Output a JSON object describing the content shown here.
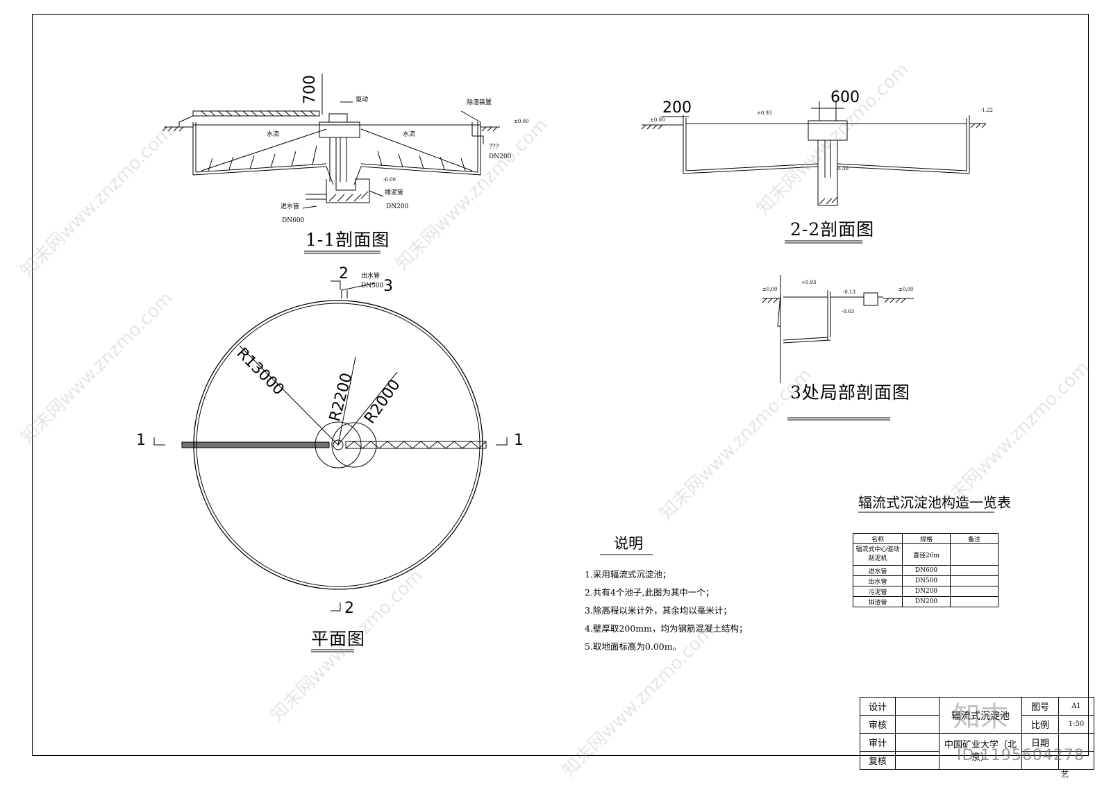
{
  "views": {
    "section_1_1": {
      "title": "1-1剖面图",
      "dim_700": "700",
      "drive": "驱动",
      "scum_device": "除渣装置",
      "water_flow_left": "水流",
      "water_flow_right": "水流",
      "level_0": "±0.00",
      "unknown": "???",
      "dn200_a": "DN200",
      "level_minus_6": "-6.00",
      "sludge_pipe": "排泥管",
      "dn200_b": "DN200",
      "inlet_pipe": "进水管",
      "dn600": "DN600"
    },
    "section_2_2": {
      "title": "2-2剖面图",
      "dim_200": "200",
      "dim_600": "600",
      "level_0": "±0.00",
      "level_093": "+0.93",
      "level_minus_122": "-1.22",
      "level_minus_530": "-5.30"
    },
    "detail_3": {
      "title": "3处局部剖面图",
      "level_0_left": "±0.00",
      "level_093": "+0.93",
      "level_minus_013": "-0.13",
      "level_minus_063": "-0.63",
      "level_0_right": "±0.00"
    },
    "plan": {
      "title": "平面图",
      "r13000": "R13000",
      "r2200": "R2200",
      "r2000": "R2000",
      "cut_left": "1",
      "cut_right": "1",
      "cut_top": "2",
      "cut_bottom": "2",
      "outlet_pipe": "出水管",
      "dn500": "DN500",
      "detail_mark": "3"
    }
  },
  "notes": {
    "heading": "说明",
    "items": [
      "1.采用辐流式沉淀池；",
      "2.共有4个池子,此图为其中一个；",
      "3.除高程以米计外，其余均以毫米计；",
      "4.壁厚取200mm，均为钢筋混凝土结构；",
      "5.取地面标高为0.00m。"
    ]
  },
  "spec_table": {
    "title": "辐流式沉淀池构造一览表",
    "headers": [
      "名称",
      "规格",
      "备注"
    ],
    "rows": [
      [
        "辐流式中心驱动刮泥机",
        "直径26m",
        ""
      ],
      [
        "进水管",
        "DN600",
        ""
      ],
      [
        "出水管",
        "DN500",
        ""
      ],
      [
        "污泥管",
        "DN200",
        ""
      ],
      [
        "排渣管",
        "DN200",
        ""
      ]
    ]
  },
  "title_block": {
    "design": "设计",
    "review": "审核",
    "audit": "审计",
    "recheck": "复核",
    "drawing_name": "辐流式沉淀池",
    "sheet_label": "图号",
    "sheet_value": "A1",
    "scale_label": "比例",
    "scale_value": "1:50",
    "org": "中国矿业大学（北京）",
    "date_label": "日期",
    "date_value": "",
    "tail": "艺"
  },
  "watermark": {
    "text": "知末网www.znzmo.com",
    "brand": "知末",
    "image_id": "ID:1195604278"
  }
}
